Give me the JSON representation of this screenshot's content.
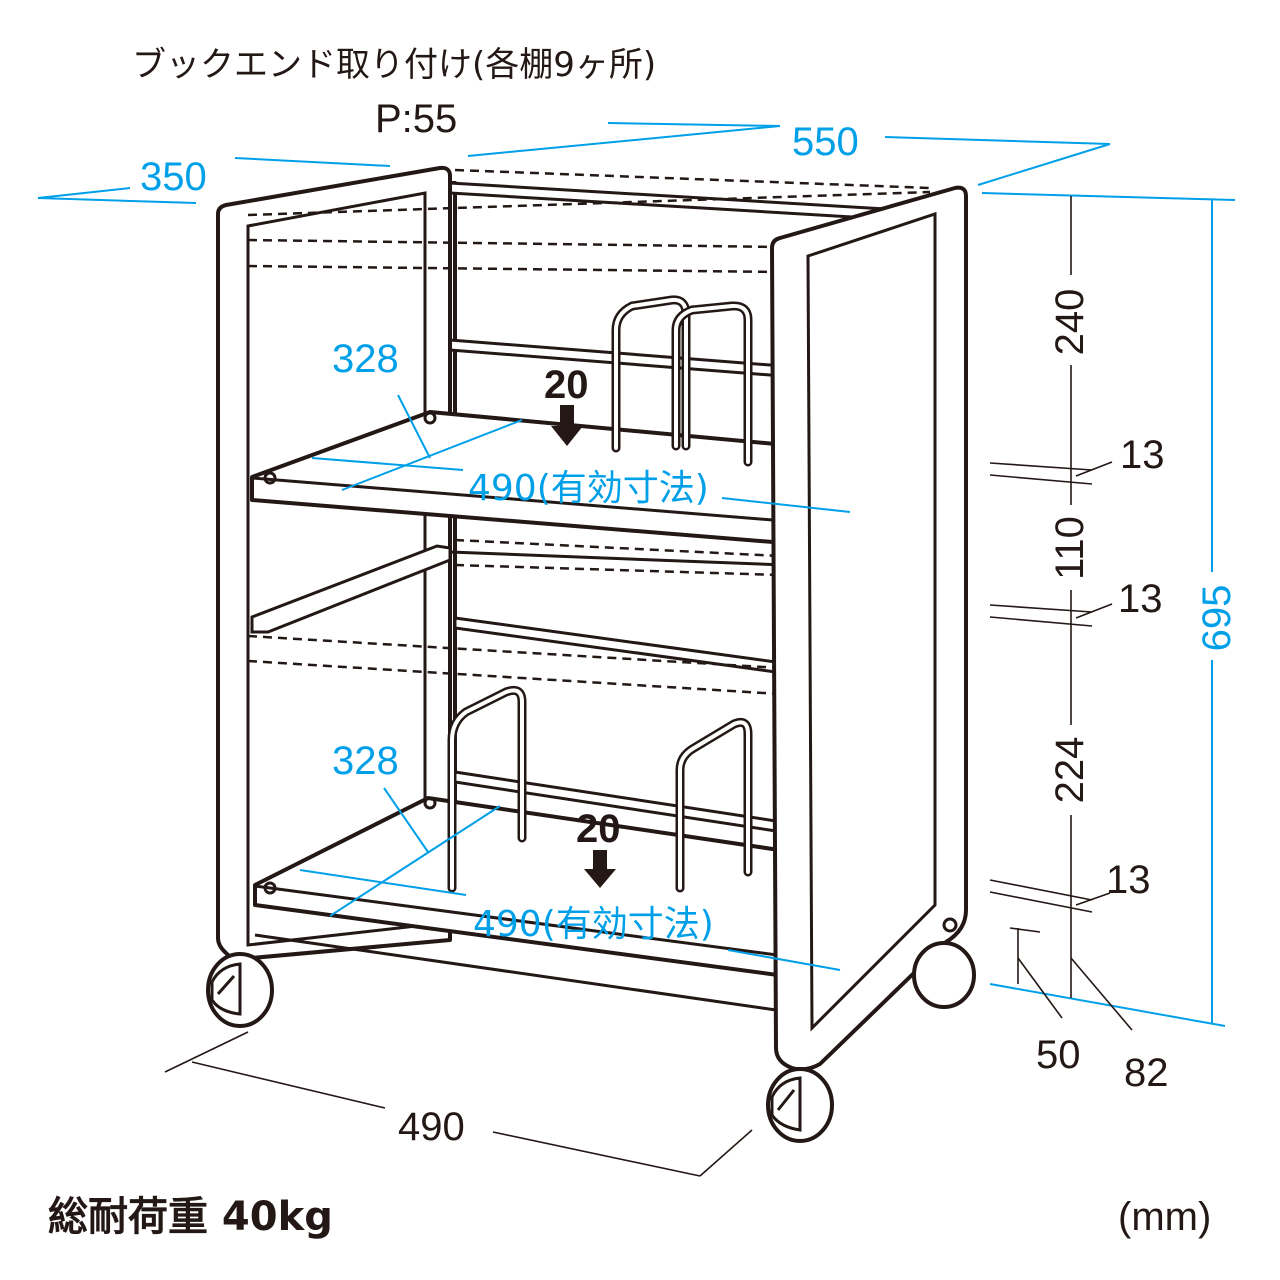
{
  "colors": {
    "line": "#231815",
    "dimension": "#00a0e9",
    "background": "#ffffff"
  },
  "labels": {
    "bookend_note": "ブックエンド取り付け(各棚9ヶ所)",
    "pitch": "P:55",
    "depth": "350",
    "width": "550",
    "height_total": "695",
    "gap_top": "240",
    "gap_mid": "110",
    "gap_bottom": "224",
    "shelf_thickness_1": "13",
    "shelf_thickness_2": "13",
    "shelf_thickness_3": "13",
    "caster_height": "50",
    "base_height": "82",
    "base_width": "490",
    "upper_shelf_depth": "328",
    "upper_shelf_width": "490(有効寸法)",
    "upper_bookend_spacing": "20",
    "lower_shelf_depth": "328",
    "lower_shelf_width": "490(有効寸法)",
    "lower_bookend_spacing": "20",
    "load_capacity": "総耐荷重 40kg",
    "unit": "(mm)"
  }
}
